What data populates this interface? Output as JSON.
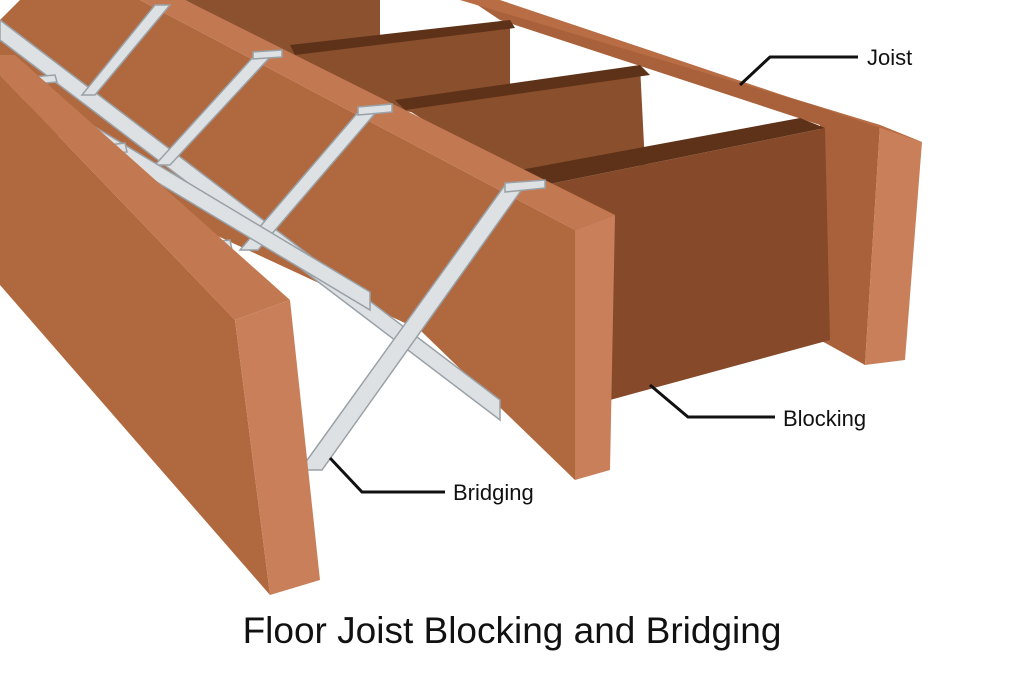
{
  "labels": {
    "joist": "Joist",
    "blocking": "Blocking",
    "bridging": "Bridging"
  },
  "title": "Floor Joist Blocking and Bridging",
  "colors": {
    "wood_face": "#b0683f",
    "wood_end": "#c9805a",
    "wood_dark": "#7a4426",
    "block_face": "#8a4f2c",
    "steel": "#d9dde0",
    "steel_edge": "#9aa1a6"
  }
}
